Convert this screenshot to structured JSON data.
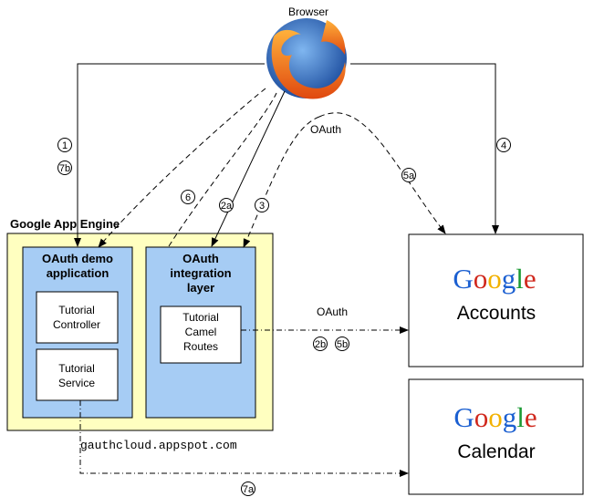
{
  "browser": {
    "label": "Browser",
    "logo": "firefox-logo"
  },
  "app_engine": {
    "title": "Google App Engine",
    "host": "gauthcloud.appspot.com",
    "fill_color": "#ffffc0",
    "demo_app": {
      "title_line1": "OAuth demo",
      "title_line2": "application",
      "controller_line1": "Tutorial",
      "controller_line2": "Controller",
      "service_line1": "Tutorial",
      "service_line2": "Service"
    },
    "integration": {
      "title_line1": "OAuth",
      "title_line2": "integration",
      "title_line3": "layer",
      "routes_line1": "Tutorial",
      "routes_line2": "Camel",
      "routes_line3": "Routes"
    },
    "component_color": "#a6ccf4"
  },
  "accounts": {
    "brand": "Google",
    "name": "Accounts"
  },
  "calendar": {
    "brand": "Google",
    "name": "Calendar"
  },
  "labels": {
    "oauth_top": "OAuth",
    "oauth_mid": "OAuth"
  },
  "steps": {
    "s1": "1",
    "s7b": "7b",
    "s6": "6",
    "s2a": "2a",
    "s3": "3",
    "s5a": "5a",
    "s4": "4",
    "s2b": "2b",
    "s5b": "5b",
    "s7a": "7a"
  }
}
